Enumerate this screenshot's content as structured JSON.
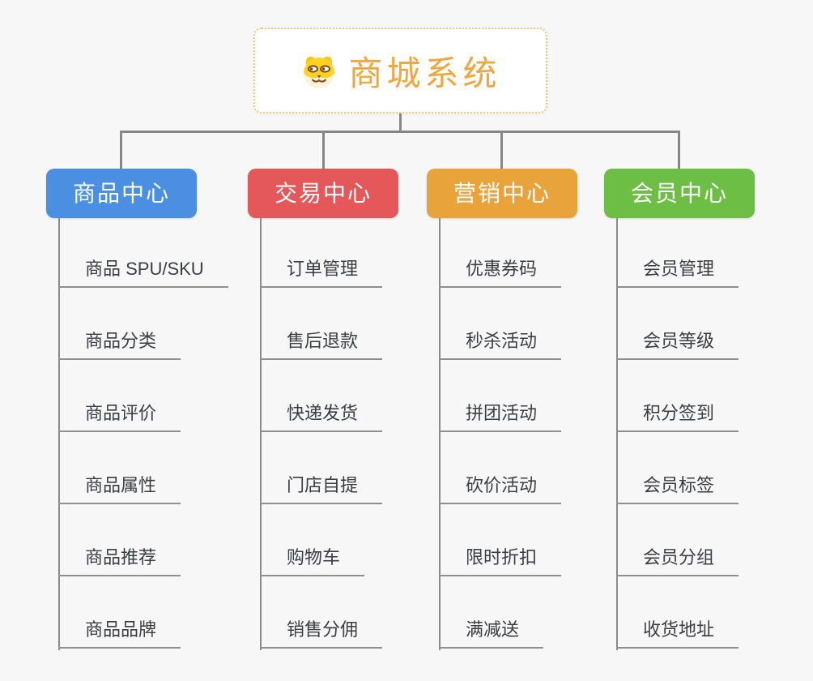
{
  "root": {
    "title": "商城系统",
    "icon": "dog-icon",
    "title_color": "#efa63e",
    "border_color": "#f4c578"
  },
  "connector_color": "#878787",
  "branches": [
    {
      "label": "商品中心",
      "color": "#4a8fe2",
      "children": [
        "商品 SPU/SKU",
        "商品分类",
        "商品评价",
        "商品属性",
        "商品推荐",
        "商品品牌"
      ]
    },
    {
      "label": "交易中心",
      "color": "#e4585a",
      "children": [
        "订单管理",
        "售后退款",
        "快递发货",
        "门店自提",
        "购物车",
        "销售分佣"
      ]
    },
    {
      "label": "营销中心",
      "color": "#e9a33b",
      "children": [
        "优惠券码",
        "秒杀活动",
        "拼团活动",
        "砍价活动",
        "限时折扣",
        "满减送"
      ]
    },
    {
      "label": "会员中心",
      "color": "#6cbe45",
      "children": [
        "会员管理",
        "会员等级",
        "积分签到",
        "会员标签",
        "会员分组",
        "收货地址"
      ]
    }
  ]
}
